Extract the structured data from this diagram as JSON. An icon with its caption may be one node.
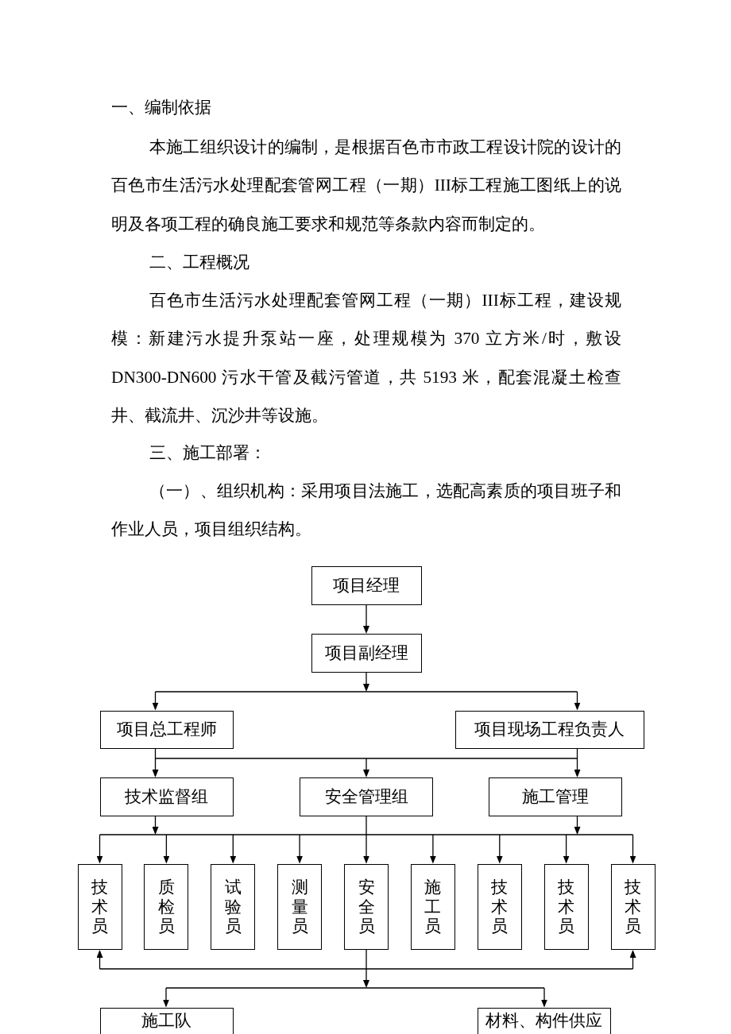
{
  "diagram": {
    "nodes": [
      {
        "text": [
          "项目经理"
        ]
      },
      {
        "text": [
          "项目副经理"
        ]
      },
      {
        "text": [
          "项目总工程师"
        ]
      },
      {
        "text": [
          "项目现场工程负责人"
        ]
      },
      {
        "text": [
          "技术监督组"
        ]
      },
      {
        "text": [
          "安全管理组"
        ]
      },
      {
        "text": [
          "施工管理"
        ]
      },
      {
        "text": [
          "技术员"
        ]
      },
      {
        "text": [
          "质检员"
        ]
      },
      {
        "text": [
          "试验员"
        ]
      },
      {
        "text": [
          "测量员"
        ]
      },
      {
        "text": [
          "安全员"
        ]
      },
      {
        "text": [
          "施工员"
        ]
      },
      {
        "text": [
          "技术员"
        ]
      },
      {
        "text": [
          "技术员"
        ]
      },
      {
        "text": [
          "技术员"
        ]
      },
      {
        "text": [
          "施工队"
        ]
      },
      {
        "text": [
          "材料、构件供应"
        ]
      }
    ],
    "edges": [
      {
        "from": 0,
        "to": 1,
        "arrow": "to"
      },
      {
        "from": 1,
        "to": 2,
        "arrow": "to"
      },
      {
        "from": 1,
        "to": 3,
        "arrow": "to"
      },
      {
        "from": 2,
        "to": 4,
        "arrow": "to"
      },
      {
        "from": 2,
        "to": 5,
        "arrow": "to"
      },
      {
        "from": 2,
        "to": 6,
        "arrow": "to"
      },
      {
        "from": 3,
        "to": 4,
        "arrow": "to"
      },
      {
        "from": 3,
        "to": 5,
        "arrow": "to"
      },
      {
        "from": 3,
        "to": 6,
        "arrow": "to"
      },
      {
        "from": 4,
        "to": 7,
        "arrow": "to"
      },
      {
        "from": 4,
        "to": 8,
        "arrow": "to"
      },
      {
        "from": 4,
        "to": 9,
        "arrow": "to"
      },
      {
        "from": 4,
        "to": 10,
        "arrow": "to"
      },
      {
        "from": 4,
        "to": 11,
        "arrow": "to"
      },
      {
        "from": 4,
        "to": 12,
        "arrow": "to"
      },
      {
        "from": 4,
        "to": 13,
        "arrow": "to"
      },
      {
        "from": 4,
        "to": 14,
        "arrow": "to"
      },
      {
        "from": 4,
        "to": 15,
        "arrow": "to"
      },
      {
        "from": 5,
        "to": 7,
        "arrow": "to"
      },
      {
        "from": 5,
        "to": 8,
        "arrow": "to"
      },
      {
        "from": 5,
        "to": 9,
        "arrow": "to"
      },
      {
        "from": 5,
        "to": 10,
        "arrow": "to"
      },
      {
        "from": 5,
        "to": 11,
        "arrow": "to"
      },
      {
        "from": 5,
        "to": 12,
        "arrow": "to"
      },
      {
        "from": 5,
        "to": 13,
        "arrow": "to"
      },
      {
        "from": 5,
        "to": 14,
        "arrow": "to"
      },
      {
        "from": 5,
        "to": 15,
        "arrow": "to"
      },
      {
        "from": 6,
        "to": 7,
        "arrow": "to"
      },
      {
        "from": 6,
        "to": 8,
        "arrow": "to"
      },
      {
        "from": 6,
        "to": 9,
        "arrow": "to"
      },
      {
        "from": 6,
        "to": 10,
        "arrow": "to"
      },
      {
        "from": 6,
        "to": 11,
        "arrow": "to"
      },
      {
        "from": 6,
        "to": 12,
        "arrow": "to"
      },
      {
        "from": 6,
        "to": 13,
        "arrow": "to"
      },
      {
        "from": 6,
        "to": 14,
        "arrow": "to"
      },
      {
        "from": 6,
        "to": 15,
        "arrow": "to"
      },
      {
        "from": 11,
        "to": 7,
        "arrow": "to"
      },
      {
        "from": 11,
        "to": 15,
        "arrow": "to"
      },
      {
        "from": 11,
        "to": 16,
        "arrow": "to"
      },
      {
        "from": 11,
        "to": 17,
        "arrow": "to"
      }
    ],
    "labels": [
      "一、编制依据",
      "本施工组织设计的编制，是根据百色市市政工程设计院的设计的百色市生活污水处理配套管网工程（一期）III标工程施工图纸上的说明及各项工程的确良施工要求和规范等条款内容而制定的。",
      "二、工程概况",
      "百色市生活污水处理配套管网工程（一期）III标工程，建设规模：新建污水提升泵站一座，处理规模为 370 立方米/时，敷设 DN300-DN600 污水干管及截污管道，共 5193 米，配套混凝土检查井、截流井、沉沙井等设施。",
      "三、施工部署：",
      "（一）、组织机构：采用项目法施工，选配高素质的项目班子和作业人员，项目组织结构。"
    ]
  }
}
